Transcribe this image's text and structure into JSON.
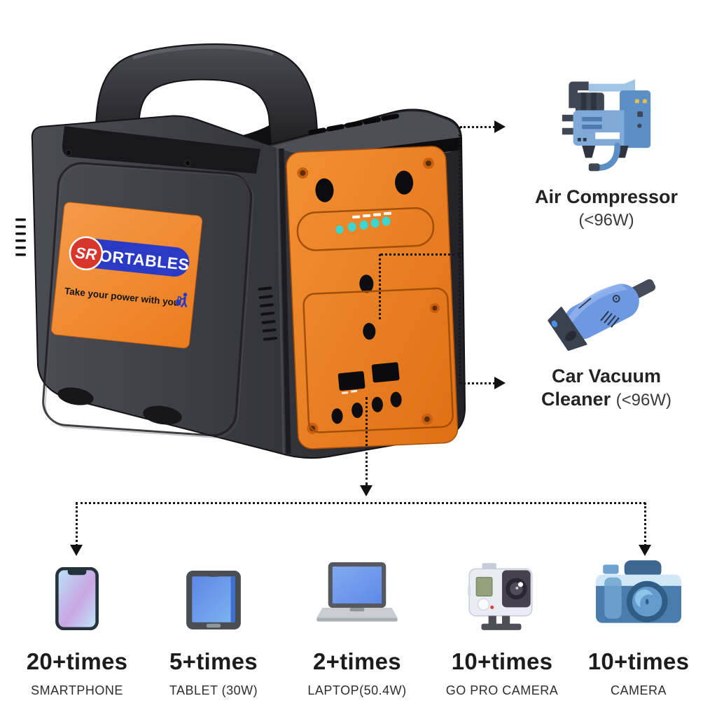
{
  "branding": {
    "logo_sr": "SR",
    "logo_name": "PORTABLES",
    "tagline": "Take your power with you"
  },
  "callouts": {
    "air_compressor": {
      "title": "Air Compressor",
      "wattage": "(<96W)"
    },
    "car_vacuum": {
      "title_line1": "Car Vacuum",
      "title_line2": "Cleaner",
      "wattage": "(<96W)"
    }
  },
  "devices": [
    {
      "times": "20+times",
      "label": "SMARTPHONE"
    },
    {
      "times": "5+times",
      "label": "TABLET (30W)"
    },
    {
      "times": "2+times",
      "label": "LAPTOP(50.4W)"
    },
    {
      "times": "10+times",
      "label": "GO PRO CAMERA"
    },
    {
      "times": "10+times",
      "label": "CAMERA"
    }
  ],
  "front_panel": {
    "led_count": 5,
    "led_color": "#3ad6d2"
  },
  "colors": {
    "panel_orange": "#ec7d20",
    "body_dark": "#2e2e34",
    "logo_blue": "#2b3ac4",
    "logo_red": "#d8352b",
    "connector_black": "#161616",
    "icon_blue": "#4a7cab",
    "icon_light_blue": "#cfe7f6"
  },
  "icons": [
    "power-station",
    "air-compressor",
    "car-vacuum",
    "smartphone",
    "tablet",
    "laptop",
    "gopro",
    "camera",
    "traveler"
  ]
}
